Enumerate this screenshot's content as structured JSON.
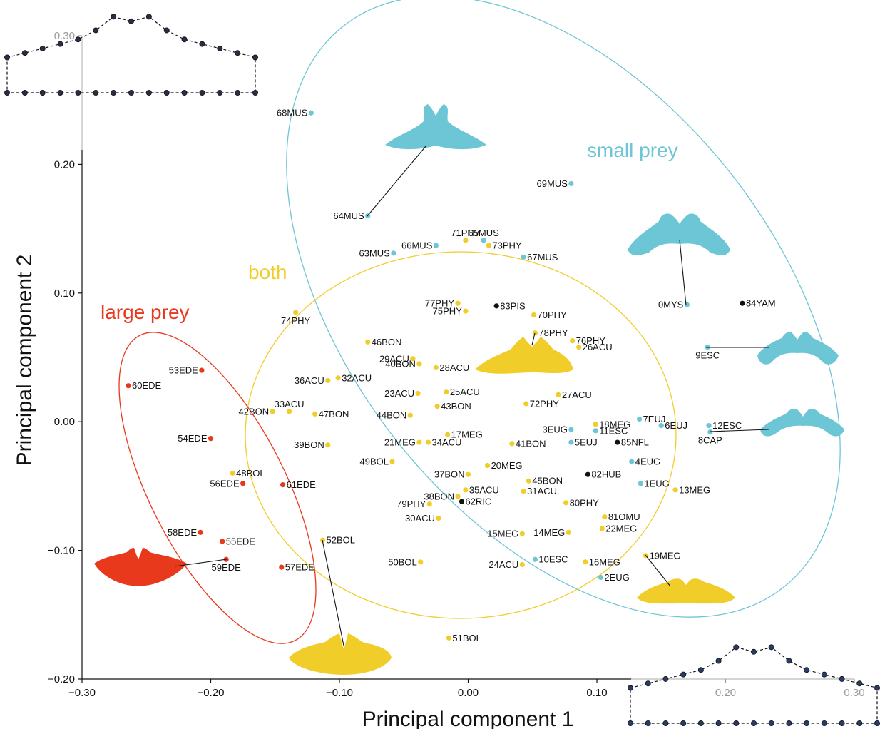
{
  "chart_data": {
    "type": "scatter",
    "xlabel": "Principal component 1",
    "ylabel": "Principal component 2",
    "xlim": [
      -0.3,
      0.3
    ],
    "ylim": [
      -0.2,
      0.3
    ],
    "x_ticks": [
      "−0.30",
      "−0.20",
      "−0.10",
      "0.00",
      "0.10",
      "0.20",
      "0.30"
    ],
    "x_tick_values": [
      -0.3,
      -0.2,
      -0.1,
      0.0,
      0.1,
      0.2,
      0.3
    ],
    "y_ticks": [
      "−0.20",
      "−0.10",
      "0.00",
      "0.10",
      "0.20",
      "0.30"
    ],
    "y_tick_values": [
      -0.2,
      -0.1,
      0.0,
      0.1,
      0.2,
      0.3
    ],
    "group_labels": [
      {
        "name": "small prey",
        "color": "#6dc6d5"
      },
      {
        "name": "both",
        "color": "#f1cd2a"
      },
      {
        "name": "large prey",
        "color": "#e8391d"
      }
    ],
    "colors": {
      "large": "#e8391d",
      "both": "#f1cd2a",
      "small": "#6dc6d5",
      "unknown": "#111111"
    },
    "points": [
      {
        "label": "68MUS",
        "x": -0.122,
        "y": 0.24,
        "g": "small",
        "side": "left"
      },
      {
        "label": "69MUS",
        "x": 0.08,
        "y": 0.185,
        "g": "small",
        "side": "left"
      },
      {
        "label": "64MUS",
        "x": -0.078,
        "y": 0.16,
        "g": "small",
        "side": "left"
      },
      {
        "label": "71PHY",
        "x": -0.002,
        "y": 0.141,
        "g": "both",
        "side": "above"
      },
      {
        "label": "65MUS",
        "x": 0.012,
        "y": 0.141,
        "g": "small",
        "side": "above"
      },
      {
        "label": "66MUS",
        "x": -0.025,
        "y": 0.137,
        "g": "small",
        "side": "left"
      },
      {
        "label": "73PHY",
        "x": 0.016,
        "y": 0.137,
        "g": "both",
        "side": "right"
      },
      {
        "label": "63MUS",
        "x": -0.058,
        "y": 0.131,
        "g": "small",
        "side": "left"
      },
      {
        "label": "67MUS",
        "x": 0.043,
        "y": 0.128,
        "g": "small",
        "side": "right"
      },
      {
        "label": "77PHY",
        "x": -0.008,
        "y": 0.092,
        "g": "both",
        "side": "left"
      },
      {
        "label": "83PIS",
        "x": 0.022,
        "y": 0.09,
        "g": "unknown",
        "side": "right"
      },
      {
        "label": "75PHY",
        "x": -0.002,
        "y": 0.086,
        "g": "both",
        "side": "left"
      },
      {
        "label": "74PHY",
        "x": -0.134,
        "y": 0.085,
        "g": "both",
        "side": "below"
      },
      {
        "label": "70PHY",
        "x": 0.051,
        "y": 0.083,
        "g": "both",
        "side": "right"
      },
      {
        "label": "0MYS",
        "x": 0.17,
        "y": 0.091,
        "g": "small",
        "side": "left"
      },
      {
        "label": "84YAM",
        "x": 0.213,
        "y": 0.092,
        "g": "unknown",
        "side": "right"
      },
      {
        "label": "78PHY",
        "x": 0.052,
        "y": 0.069,
        "g": "both",
        "side": "right"
      },
      {
        "label": "76PHY",
        "x": 0.081,
        "y": 0.063,
        "g": "both",
        "side": "right"
      },
      {
        "label": "46BON",
        "x": -0.078,
        "y": 0.062,
        "g": "both",
        "side": "right"
      },
      {
        "label": "26ACU",
        "x": 0.086,
        "y": 0.058,
        "g": "both",
        "side": "right"
      },
      {
        "label": "9ESC",
        "x": 0.186,
        "y": 0.058,
        "g": "small",
        "side": "below"
      },
      {
        "label": "29ACU",
        "x": -0.043,
        "y": 0.049,
        "g": "both",
        "side": "left"
      },
      {
        "label": "40BON",
        "x": -0.038,
        "y": 0.045,
        "g": "both",
        "side": "left"
      },
      {
        "label": "28ACU",
        "x": -0.025,
        "y": 0.042,
        "g": "both",
        "side": "right"
      },
      {
        "label": "53EDE",
        "x": -0.207,
        "y": 0.04,
        "g": "large",
        "side": "left"
      },
      {
        "label": "36ACU",
        "x": -0.109,
        "y": 0.032,
        "g": "both",
        "side": "left"
      },
      {
        "label": "32ACU",
        "x": -0.101,
        "y": 0.034,
        "g": "both",
        "side": "right"
      },
      {
        "label": "60EDE",
        "x": -0.264,
        "y": 0.028,
        "g": "large",
        "side": "right"
      },
      {
        "label": "23ACU",
        "x": -0.039,
        "y": 0.022,
        "g": "both",
        "side": "left"
      },
      {
        "label": "25ACU",
        "x": -0.017,
        "y": 0.023,
        "g": "both",
        "side": "right"
      },
      {
        "label": "27ACU",
        "x": 0.07,
        "y": 0.021,
        "g": "both",
        "side": "right"
      },
      {
        "label": "72PHY",
        "x": 0.045,
        "y": 0.014,
        "g": "both",
        "side": "right"
      },
      {
        "label": "43BON",
        "x": -0.024,
        "y": 0.012,
        "g": "both",
        "side": "right"
      },
      {
        "label": "33ACU",
        "x": -0.139,
        "y": 0.008,
        "g": "both",
        "side": "above"
      },
      {
        "label": "42BON",
        "x": -0.152,
        "y": 0.008,
        "g": "both",
        "side": "left"
      },
      {
        "label": "47BON",
        "x": -0.119,
        "y": 0.006,
        "g": "both",
        "side": "right"
      },
      {
        "label": "44BON",
        "x": -0.045,
        "y": 0.005,
        "g": "both",
        "side": "left"
      },
      {
        "label": "7EUJ",
        "x": 0.133,
        "y": 0.002,
        "g": "small",
        "side": "right"
      },
      {
        "label": "18MEG",
        "x": 0.099,
        "y": -0.002,
        "g": "both",
        "side": "right"
      },
      {
        "label": "6EUJ",
        "x": 0.15,
        "y": -0.003,
        "g": "small",
        "side": "right"
      },
      {
        "label": "12ESC",
        "x": 0.187,
        "y": -0.003,
        "g": "small",
        "side": "right"
      },
      {
        "label": "3EUG",
        "x": 0.08,
        "y": -0.006,
        "g": "small",
        "side": "left"
      },
      {
        "label": "11ESC",
        "x": 0.099,
        "y": -0.007,
        "g": "small",
        "side": "right"
      },
      {
        "label": "8CAP",
        "x": 0.188,
        "y": -0.008,
        "g": "small",
        "side": "below"
      },
      {
        "label": "17MEG",
        "x": -0.016,
        "y": -0.01,
        "g": "both",
        "side": "right"
      },
      {
        "label": "54EDE",
        "x": -0.2,
        "y": -0.013,
        "g": "large",
        "side": "left"
      },
      {
        "label": "21MEG",
        "x": -0.038,
        "y": -0.016,
        "g": "both",
        "side": "left"
      },
      {
        "label": "34ACU",
        "x": -0.031,
        "y": -0.016,
        "g": "both",
        "side": "right"
      },
      {
        "label": "5EUJ",
        "x": 0.08,
        "y": -0.016,
        "g": "small",
        "side": "right"
      },
      {
        "label": "85NFL",
        "x": 0.116,
        "y": -0.016,
        "g": "unknown",
        "side": "right"
      },
      {
        "label": "41BON",
        "x": 0.034,
        "y": -0.017,
        "g": "both",
        "side": "right"
      },
      {
        "label": "39BON",
        "x": -0.109,
        "y": -0.018,
        "g": "both",
        "side": "left"
      },
      {
        "label": "49BOL",
        "x": -0.059,
        "y": -0.031,
        "g": "both",
        "side": "left"
      },
      {
        "label": "4EUG",
        "x": 0.127,
        "y": -0.031,
        "g": "small",
        "side": "right"
      },
      {
        "label": "20MEG",
        "x": 0.015,
        "y": -0.034,
        "g": "both",
        "side": "right"
      },
      {
        "label": "48BOL",
        "x": -0.183,
        "y": -0.04,
        "g": "both",
        "side": "right"
      },
      {
        "label": "37BON",
        "x": 0.0,
        "y": -0.041,
        "g": "both",
        "side": "left"
      },
      {
        "label": "82HUB",
        "x": 0.093,
        "y": -0.041,
        "g": "unknown",
        "side": "right"
      },
      {
        "label": "45BON",
        "x": 0.047,
        "y": -0.046,
        "g": "both",
        "side": "right"
      },
      {
        "label": "56EDE",
        "x": -0.175,
        "y": -0.048,
        "g": "large",
        "side": "left"
      },
      {
        "label": "61EDE",
        "x": -0.144,
        "y": -0.049,
        "g": "large",
        "side": "right"
      },
      {
        "label": "1EUG",
        "x": 0.134,
        "y": -0.048,
        "g": "small",
        "side": "right"
      },
      {
        "label": "35ACU",
        "x": -0.002,
        "y": -0.053,
        "g": "both",
        "side": "right"
      },
      {
        "label": "31ACU",
        "x": 0.043,
        "y": -0.054,
        "g": "both",
        "side": "right"
      },
      {
        "label": "13MEG",
        "x": 0.161,
        "y": -0.053,
        "g": "both",
        "side": "right"
      },
      {
        "label": "38BON",
        "x": -0.008,
        "y": -0.058,
        "g": "both",
        "side": "left"
      },
      {
        "label": "62RIC",
        "x": -0.005,
        "y": -0.062,
        "g": "unknown",
        "side": "right"
      },
      {
        "label": "79PHY",
        "x": -0.03,
        "y": -0.064,
        "g": "both",
        "side": "left"
      },
      {
        "label": "80PHY",
        "x": 0.076,
        "y": -0.063,
        "g": "both",
        "side": "right"
      },
      {
        "label": "81OMU",
        "x": 0.106,
        "y": -0.074,
        "g": "both",
        "side": "right"
      },
      {
        "label": "30ACU",
        "x": -0.023,
        "y": -0.075,
        "g": "both",
        "side": "left"
      },
      {
        "label": "22MEG",
        "x": 0.104,
        "y": -0.083,
        "g": "both",
        "side": "right"
      },
      {
        "label": "14MEG",
        "x": 0.078,
        "y": -0.086,
        "g": "both",
        "side": "left"
      },
      {
        "label": "15MEG",
        "x": 0.042,
        "y": -0.087,
        "g": "both",
        "side": "left"
      },
      {
        "label": "58EDE",
        "x": -0.208,
        "y": -0.086,
        "g": "large",
        "side": "left"
      },
      {
        "label": "55EDE",
        "x": -0.191,
        "y": -0.093,
        "g": "large",
        "side": "right"
      },
      {
        "label": "52BOL",
        "x": -0.113,
        "y": -0.092,
        "g": "both",
        "side": "right"
      },
      {
        "label": "19MEG",
        "x": 0.138,
        "y": -0.104,
        "g": "both",
        "side": "right"
      },
      {
        "label": "59EDE",
        "x": -0.188,
        "y": -0.107,
        "g": "large",
        "side": "below"
      },
      {
        "label": "10ESC",
        "x": 0.052,
        "y": -0.107,
        "g": "small",
        "side": "right"
      },
      {
        "label": "16MEG",
        "x": 0.091,
        "y": -0.109,
        "g": "both",
        "side": "right"
      },
      {
        "label": "50BOL",
        "x": -0.037,
        "y": -0.109,
        "g": "both",
        "side": "left"
      },
      {
        "label": "24ACU",
        "x": 0.042,
        "y": -0.111,
        "g": "both",
        "side": "left"
      },
      {
        "label": "57EDE",
        "x": -0.145,
        "y": -0.113,
        "g": "large",
        "side": "right"
      },
      {
        "label": "2EUG",
        "x": 0.103,
        "y": -0.121,
        "g": "small",
        "side": "right"
      },
      {
        "label": "51BOL",
        "x": -0.015,
        "y": -0.168,
        "g": "both",
        "side": "right"
      }
    ]
  }
}
